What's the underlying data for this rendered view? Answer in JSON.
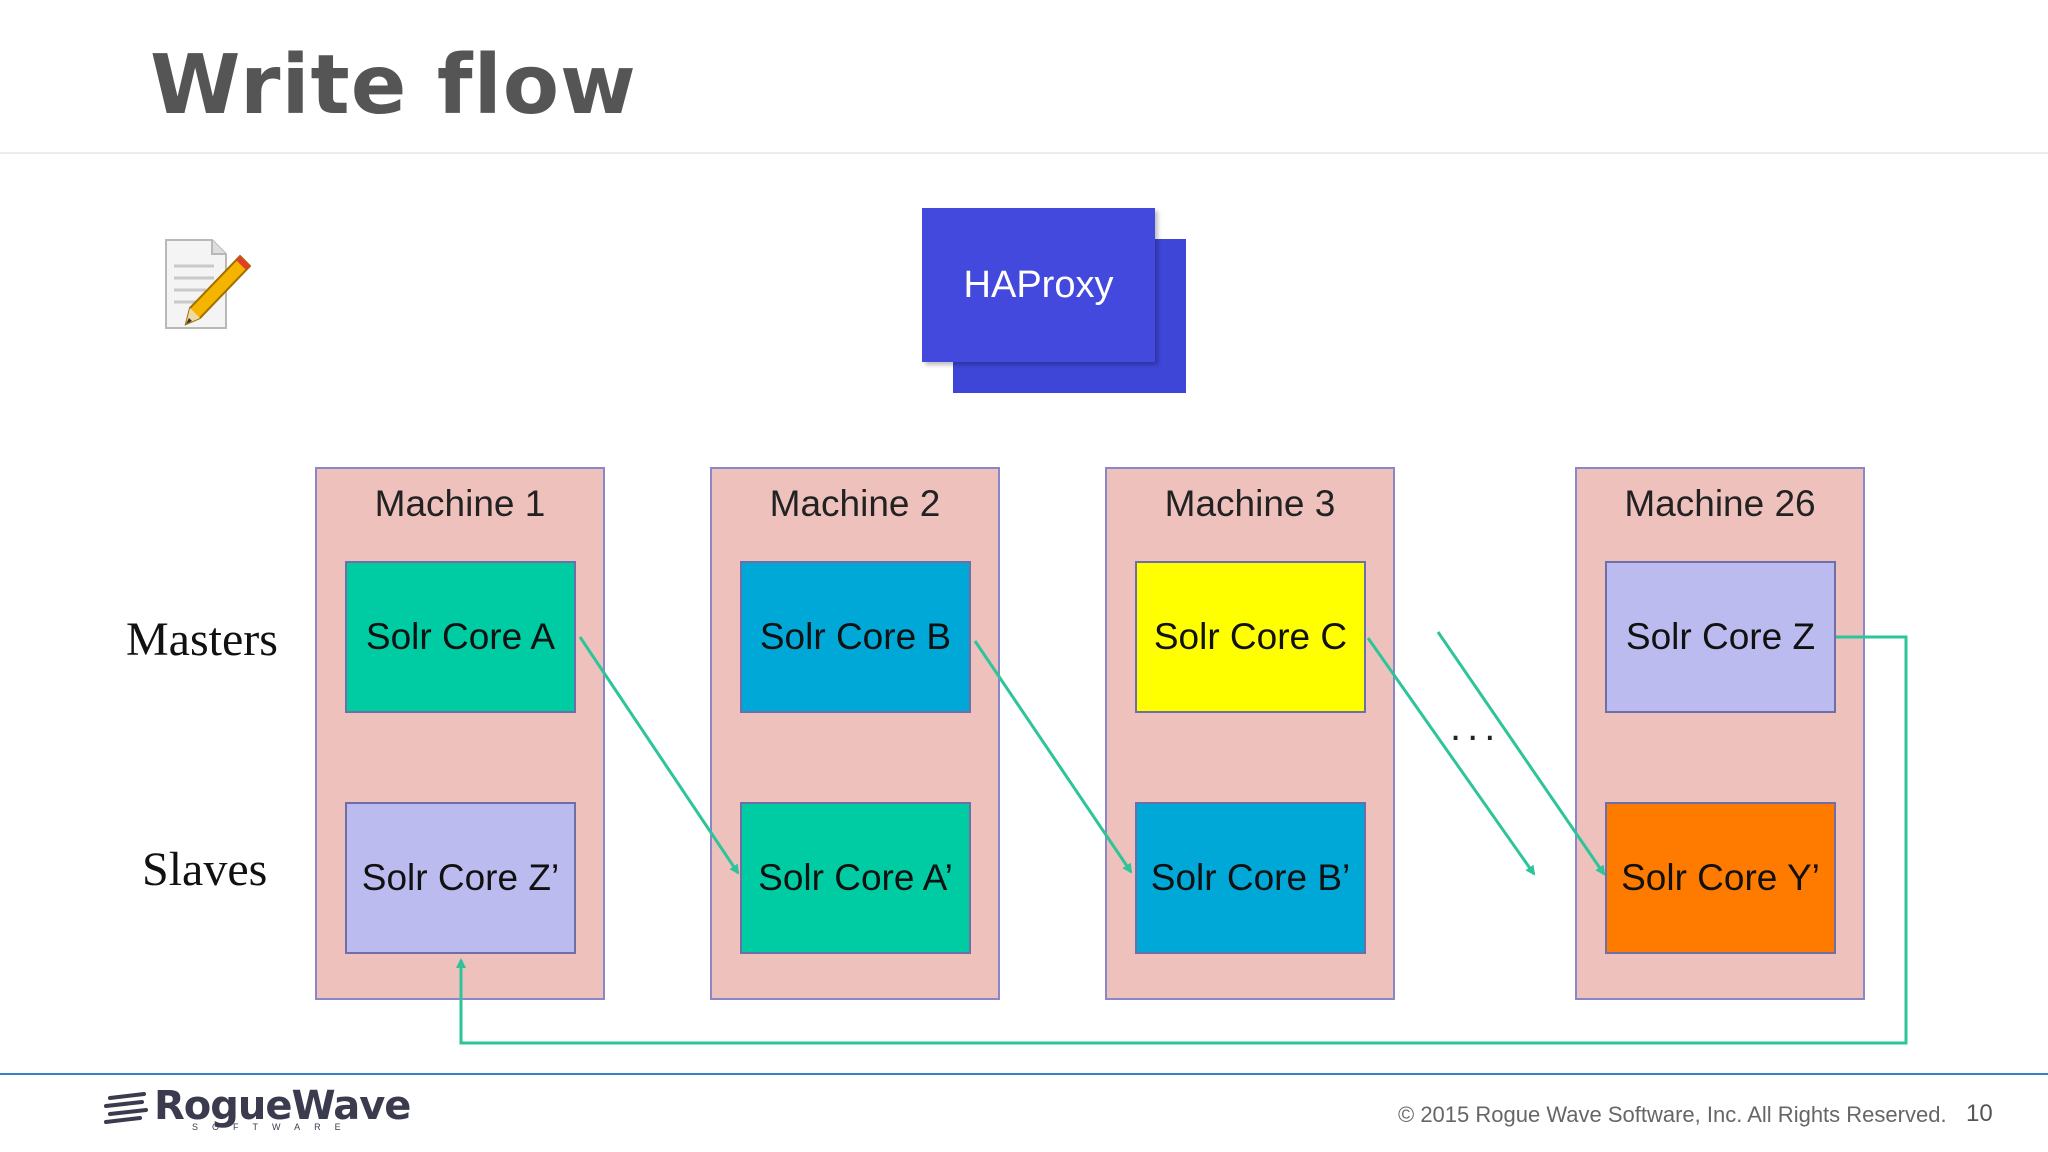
{
  "slide": {
    "title": "Write flow",
    "row_labels": {
      "masters": "Masters",
      "slaves": "Slaves"
    },
    "proxy_label": "HAProxy",
    "ellipsis": "...",
    "machines": [
      {
        "label": "Machine 1",
        "master": "Solr Core A",
        "slave": "Solr Core Z’"
      },
      {
        "label": "Machine 2",
        "master": "Solr Core B",
        "slave": "Solr Core A’"
      },
      {
        "label": "Machine 3",
        "master": "Solr Core C",
        "slave": "Solr Core B’"
      },
      {
        "label": "Machine 26",
        "master": "Solr Core Z",
        "slave": "Solr Core Y’"
      }
    ]
  },
  "colors": {
    "core_a": "#00cca4",
    "core_b": "#00a8d8",
    "core_c": "#ffff00",
    "core_z": "#bbbbef",
    "core_y": "#ff7b00",
    "arrow": "#2ec49a",
    "machine_bg": "#efc1bd",
    "proxy": "#4349dc"
  },
  "footer": {
    "logo_name": "RogueWave",
    "logo_sub": "SOFTWARE",
    "copyright": "© 2015 Rogue Wave Software, Inc. All Rights Reserved.",
    "page_number": "10"
  }
}
